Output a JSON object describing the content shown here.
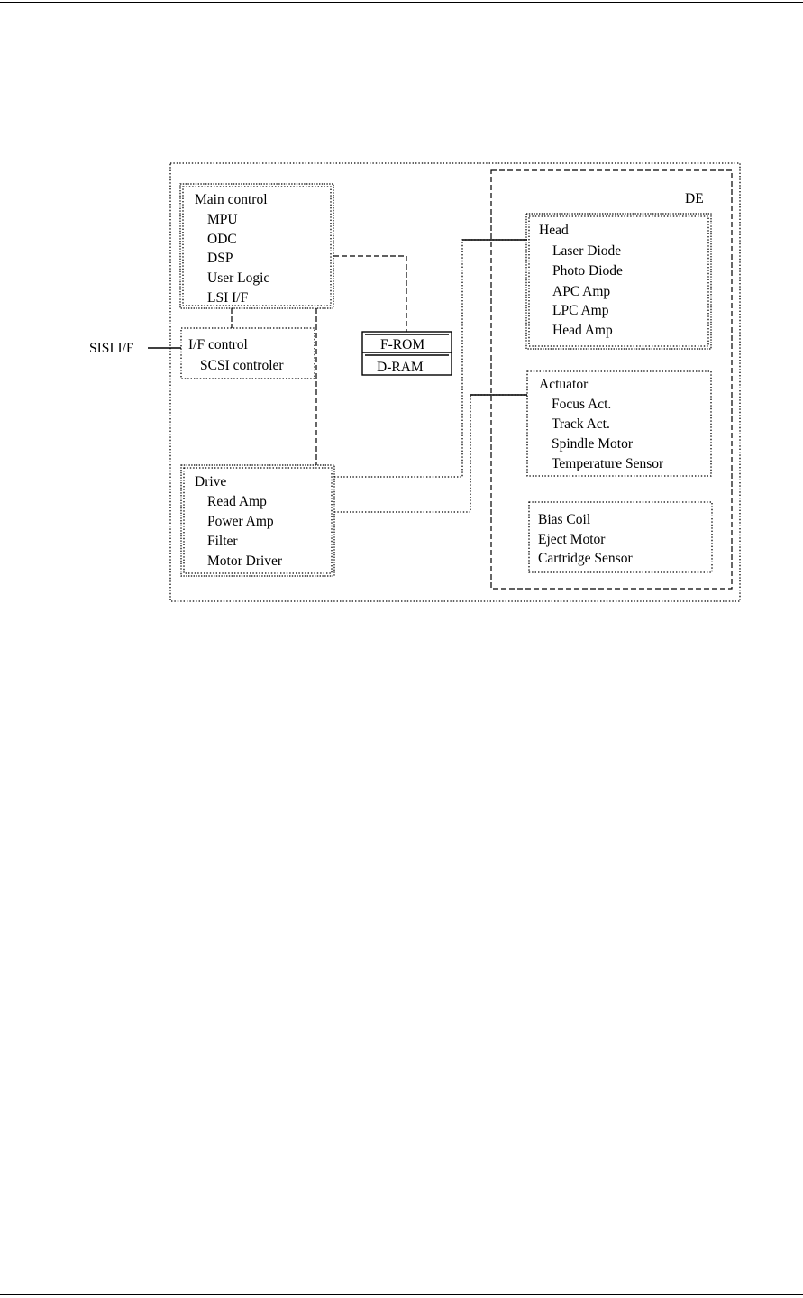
{
  "diagram": {
    "de_label": "DE",
    "main_control": {
      "title": "Main control",
      "items": [
        "MPU",
        "ODC",
        "DSP",
        "User Logic",
        "LSI I/F"
      ]
    },
    "if_control": {
      "title": "I/F control",
      "items": [
        "SCSI controler"
      ]
    },
    "external_interface": "SISI I/F",
    "memory": [
      "F-ROM",
      "D-RAM"
    ],
    "drive": {
      "title": "Drive",
      "items": [
        "Read Amp",
        "Power Amp",
        "Filter",
        "Motor Driver"
      ]
    },
    "head": {
      "title": "Head",
      "items": [
        "Laser Diode",
        "Photo Diode",
        "APC Amp",
        "LPC Amp",
        "Head Amp"
      ]
    },
    "actuator": {
      "title": "Actuator",
      "items": [
        "Focus Act.",
        "Track Act.",
        "Spindle Motor",
        "Temperature Sensor"
      ]
    },
    "misc": {
      "items": [
        "Bias Coil",
        "Eject Motor",
        "Cartridge Sensor"
      ]
    }
  }
}
